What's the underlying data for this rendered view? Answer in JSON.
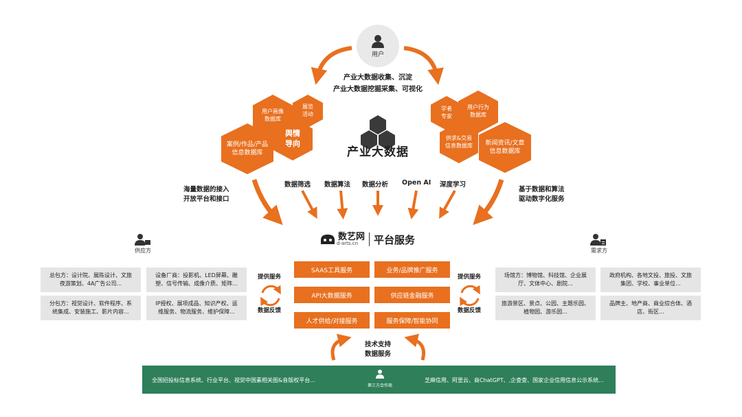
{
  "user": {
    "label": "用户",
    "icon": "user-icon"
  },
  "top": {
    "line1": "产业大数据收集、沉淀",
    "line2": "产业大数据挖掘采集、可视化"
  },
  "center_title": "产业大数据",
  "left_hexes": [
    "用户画像\n数据库",
    "展览\n活动",
    "舆情\n导向",
    "案例/作品/产品\n信息数据库"
  ],
  "right_hexes": [
    "学者\n专家",
    "用户行为\n数据库",
    "供求&交易\n信息数据库",
    "新闻资讯/文章\n信息数据库"
  ],
  "tools": [
    "数据筛选",
    "数据算法",
    "数据分析",
    "Open AI",
    "深度学习"
  ],
  "left_side": {
    "line1": "海量数据的接入",
    "line2": "开放平台和接口"
  },
  "right_side": {
    "line1": "基于数据和算法",
    "line2": "驱动数字化服务"
  },
  "brand": {
    "cn": "数艺网",
    "en": "d-arts.cn",
    "platform": "平台服务"
  },
  "supplier": {
    "label": "供应方",
    "icon": "supplier-icon"
  },
  "demander": {
    "label": "需求方",
    "icon": "demander-icon"
  },
  "supplier_boxes": [
    "总包方：设计院、展陈设计、文旅\n夜游策划、4A广告公司...",
    "设备厂商：投影机、LED屏幕、雕\n塑、信号传输、成像介质、矩阵...",
    "分包方：视觉设计、软件程序、系\n统集成、安装施工、影片内容...",
    "IP授权、展项成品、知识产权、运\n维服务、物流服务、维护保障..."
  ],
  "demander_boxes": [
    "场馆方：博物馆、科技馆、企业展\n厅、文体中心、剧院...",
    "政府机构、各地文投、旅投、文旅\n集团、学校、事业单位...",
    "旅游景区、景点、公园、主题乐园、\n植物园、游乐园...",
    "品牌主、地产商、商业综合体、酒\n店、街区..."
  ],
  "services": [
    "SAAS工具服务",
    "业务/品牌推广服务",
    "API大数据服务",
    "供应链金融服务",
    "人才供给/对接服务",
    "服务保障/智能协同"
  ],
  "flow": {
    "provide": "提供服务",
    "feedback": "数据反馈"
  },
  "tech": {
    "line1": "技术支持",
    "line2": "数据服务"
  },
  "third_party": {
    "left": "全国招投标信息系统、行业平台、视觉中国素相关图&音版权平台...",
    "center": "第三方合作商",
    "right": "芝麻信用、阿里云、商ChatGPT、,企查查、国家企业信用信息公示系统..."
  },
  "colors": {
    "orange": "#e8701f",
    "green": "#2f7f5a",
    "grey_box": "#e5e5e5"
  }
}
